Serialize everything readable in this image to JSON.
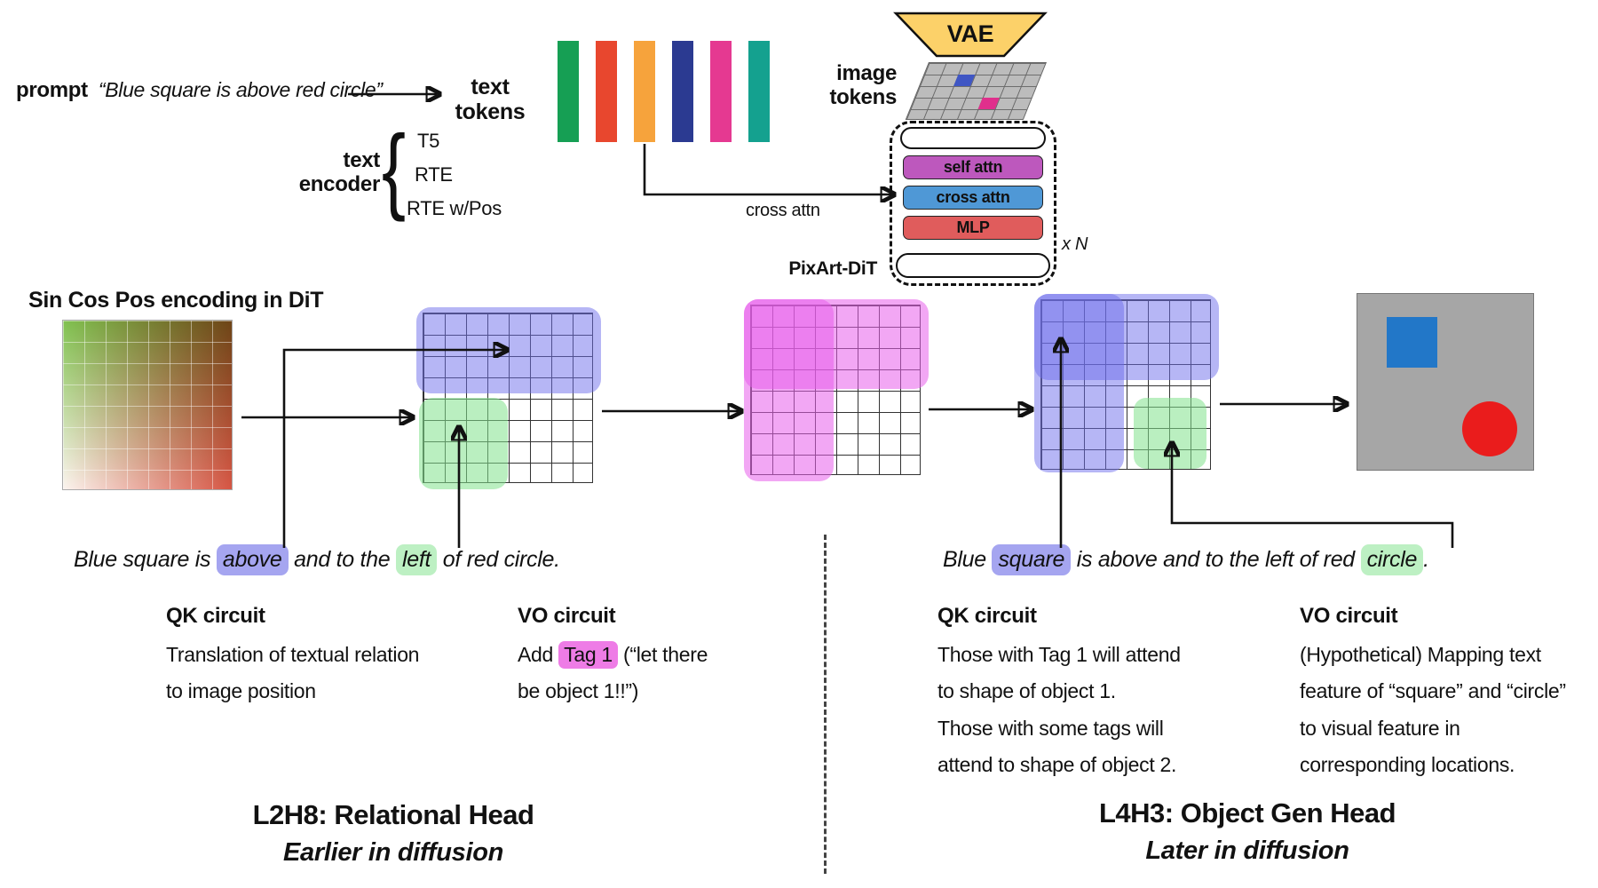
{
  "palette": {
    "vae-yellow": "#fcd169",
    "self-attn": "#bd58bd",
    "cross-attn": "#4f98d6",
    "mlp": "#e05c5c",
    "hl-blue": "#a5a5f0",
    "hl-green": "#bdf0c3",
    "hl-magenta": "#ee7ce6",
    "overlay-blue": "rgba(110,110,235,0.5)",
    "overlay-green": "rgba(130,225,140,0.55)",
    "overlay-magenta": "rgba(232,95,235,0.55)",
    "canvas-gray": "#a6a6a6",
    "shape-blue": "#2277c8",
    "shape-red": "#ea1c1c",
    "token-grid-gray": "#bcbcbc",
    "token-cell-blue": "#3f56c4",
    "token-cell-pink": "#e02f8c"
  },
  "prompt": {
    "label": "prompt",
    "quote": "“Blue square is above red circle”"
  },
  "text_tokens": {
    "line1": "text",
    "line2": "tokens",
    "bar_colors": [
      "#169f54",
      "#e8472e",
      "#f6a33c",
      "#2b3a91",
      "#e53991",
      "#14a18f"
    ]
  },
  "text_encoder": {
    "line1": "text",
    "line2": "encoder",
    "brace": "{",
    "options": [
      "T5",
      "RTE",
      "RTE w/Pos"
    ]
  },
  "image_tokens": {
    "line1": "image",
    "line2": "tokens"
  },
  "vae": {
    "label": "VAE"
  },
  "dit": {
    "self_attn": "self attn",
    "cross_attn": "cross attn",
    "mlp": "MLP",
    "cross_attn_edge": "cross attn",
    "repeat": "x N",
    "name": "PixArt-DiT"
  },
  "pos_encoding": {
    "title": "Sin Cos Pos encoding in DiT"
  },
  "left": {
    "sentence": [
      {
        "text": "Blue square is "
      },
      {
        "text": "above"
      },
      {
        "text": " and to the "
      },
      {
        "text": "left"
      },
      {
        "text": " of red circle."
      }
    ],
    "qk": {
      "heading": "QK circuit",
      "body": "Translation of textual relation\nto image position"
    },
    "vo": {
      "heading": "VO circuit",
      "line1_pre": "Add ",
      "line1_tag": "Tag 1",
      "line1_post": " (“let there",
      "line2": "be object 1!!”)"
    },
    "title": "L2H8: Relational Head",
    "subtitle": "Earlier in diffusion"
  },
  "right": {
    "sentence": [
      {
        "text": "Blue "
      },
      {
        "text": "square"
      },
      {
        "text": " is above and to the left of red "
      },
      {
        "text": "circle"
      },
      {
        "text": "."
      }
    ],
    "qk": {
      "heading": "QK circuit",
      "body": "Those with Tag 1 will attend\nto shape of object 1.\nThose with some tags will\nattend to shape of object 2."
    },
    "vo": {
      "heading": "VO circuit",
      "body": "(Hypothetical) Mapping text\nfeature of “square” and “circle”\nto visual feature in\ncorresponding locations."
    },
    "title": "L4H3: Object Gen Head",
    "subtitle": "Later in diffusion"
  }
}
